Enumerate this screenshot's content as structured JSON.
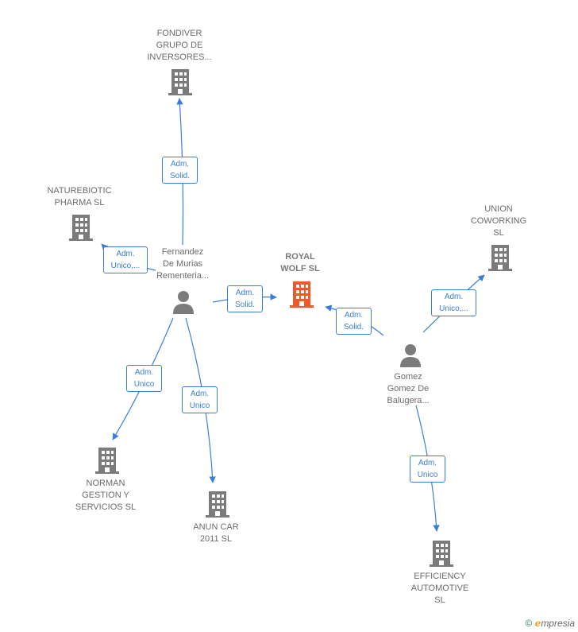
{
  "nodes": {
    "fondiver": {
      "label": "FONDIVER\nGRUPO DE\nINVERSORES...",
      "type": "company"
    },
    "naturebiotic": {
      "label": "NATUREBIOTIC\nPHARMA  SL",
      "type": "company"
    },
    "fernandez": {
      "label": "Fernandez\nDe Murias\nRementeria...",
      "type": "person"
    },
    "royal": {
      "label": "ROYAL\nWOLF  SL",
      "type": "company-main"
    },
    "union": {
      "label": "UNION\nCOWORKING\nSL",
      "type": "company"
    },
    "gomez": {
      "label": "Gomez\nGomez De\nBalugera...",
      "type": "person"
    },
    "norman": {
      "label": "NORMAN\nGESTION Y\nSERVICIOS  SL",
      "type": "company"
    },
    "anun": {
      "label": "ANUN CAR\n2011 SL",
      "type": "company"
    },
    "efficiency": {
      "label": "EFFICIENCY\nAUTOMOTIVE\nSL",
      "type": "company"
    }
  },
  "edges": {
    "e1": {
      "label": "Adm.\nSolid."
    },
    "e2": {
      "label": "Adm.\nUnico,..."
    },
    "e3": {
      "label": "Adm.\nSolid."
    },
    "e4": {
      "label": "Adm.\nUnico"
    },
    "e5": {
      "label": "Adm.\nUnico"
    },
    "e6": {
      "label": "Adm.\nSolid."
    },
    "e7": {
      "label": "Adm.\nUnico,..."
    },
    "e8": {
      "label": "Adm.\nUnico"
    }
  },
  "colors": {
    "edge": "#3a7fd5",
    "icon": "#7b7b7b",
    "main": "#f05a28"
  },
  "footer": {
    "copyright": "©",
    "brand_e": "e",
    "brand_rest": "mpresia"
  }
}
